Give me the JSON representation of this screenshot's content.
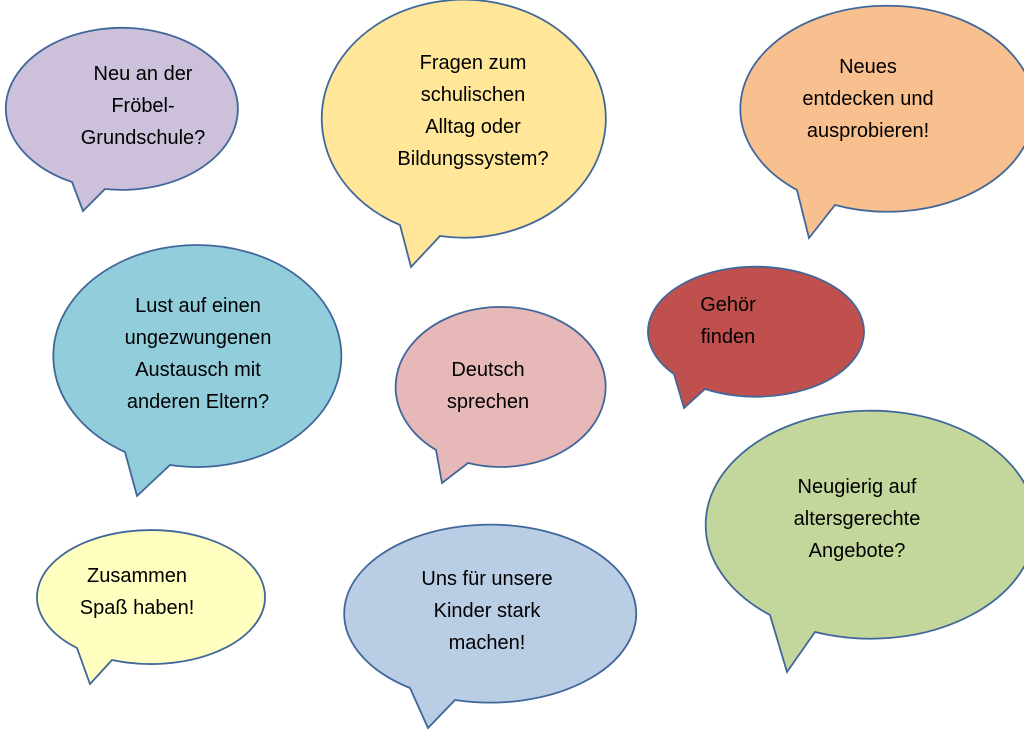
{
  "bubbles": [
    {
      "id": "neu",
      "lines": [
        "Neu an der",
        "Fröbel-",
        "Grundschule?"
      ],
      "color": "#ccc0da"
    },
    {
      "id": "fragen",
      "lines": [
        "Fragen zum",
        "schulischen",
        "Alltag oder",
        "Bildungssystem?"
      ],
      "color": "#ffe699"
    },
    {
      "id": "neues",
      "lines": [
        "Neues",
        "entdecken und",
        "ausprobieren!"
      ],
      "color": "#f9c08f"
    },
    {
      "id": "lust",
      "lines": [
        "Lust auf einen",
        "ungezwungenen",
        "Austausch mit",
        "anderen Eltern?"
      ],
      "color": "#92cddc"
    },
    {
      "id": "deutsch",
      "lines": [
        "Deutsch",
        "sprechen"
      ],
      "color": "#e6b8b7"
    },
    {
      "id": "gehoer",
      "lines": [
        "Gehör",
        "finden"
      ],
      "color": "#c0504d"
    },
    {
      "id": "neugierig",
      "lines": [
        "Neugierig auf",
        "altersgerechte",
        "Angebote?"
      ],
      "color": "#c3d69b"
    },
    {
      "id": "spass",
      "lines": [
        "Zusammen",
        "Spaß haben!"
      ],
      "color": "#ffffc0"
    },
    {
      "id": "kinder",
      "lines": [
        "Uns für unsere",
        "Kinder stark",
        "machen!"
      ],
      "color": "#b9cde5"
    }
  ]
}
